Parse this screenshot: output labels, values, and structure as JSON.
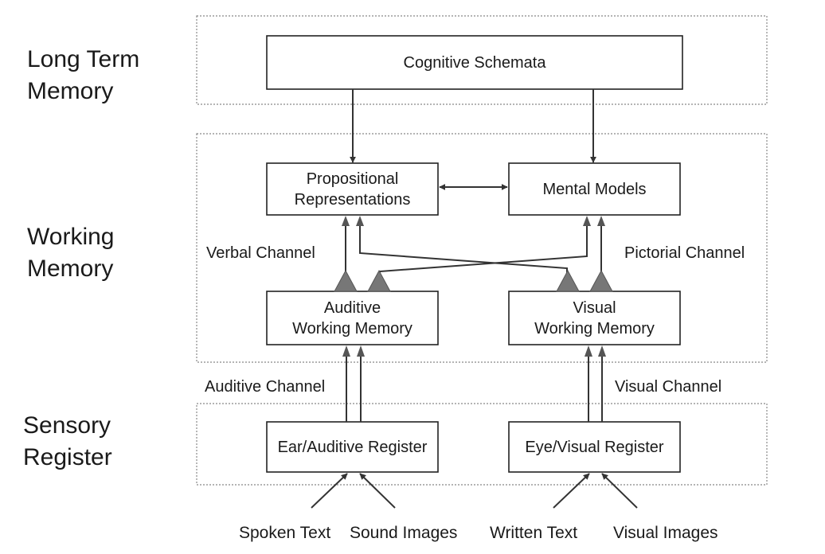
{
  "layers": {
    "long_term": "Long Term\nMemory",
    "working": "Working\nMemory",
    "sensory": "Sensory\nRegister"
  },
  "boxes": {
    "cognitive_schemata": "Cognitive Schemata",
    "propositional": "Propositional\nRepresentations",
    "mental_models": "Mental Models",
    "auditive_wm": "Auditive\nWorking Memory",
    "visual_wm": "Visual\nWorking Memory",
    "ear_register": "Ear/Auditive Register",
    "eye_register": "Eye/Visual Register"
  },
  "channels": {
    "verbal": "Verbal Channel",
    "pictorial": "Pictorial Channel",
    "auditive": "Auditive Channel",
    "visual": "Visual Channel"
  },
  "inputs": {
    "spoken_text": "Spoken Text",
    "sound_images": "Sound Images",
    "written_text": "Written Text",
    "visual_images": "Visual Images"
  }
}
